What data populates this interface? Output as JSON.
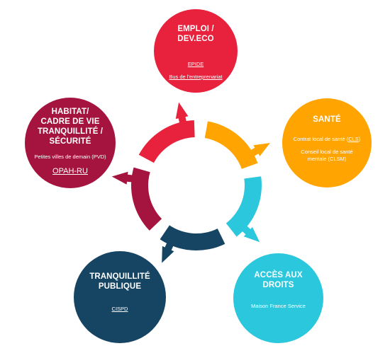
{
  "colors": {
    "emploi": "#e8213c",
    "sante": "#ffa400",
    "acces": "#2ac7dd",
    "tranquillite": "#164463",
    "habitat": "#a5143f"
  },
  "emploi": {
    "title_line1": "EMPLOI /",
    "title_line2": "DEV.ECO",
    "links": [
      "EPIDE",
      "Bus de l'entreprenariat"
    ]
  },
  "sante": {
    "title": "SANTÉ",
    "item1_prefix": "Contrat local de santé (",
    "item1_link": "CLS",
    "item1_suffix": ")",
    "item2_line1": "Conseil local de santé",
    "item2_line2": "mentale (CLSM)"
  },
  "acces": {
    "title_line1": "ACCÈS AUX",
    "title_line2": "DROITS",
    "item": "Maison France Service"
  },
  "tranquillite": {
    "title_line1": "TRANQUILLITÉ",
    "title_line2": "PUBLIQUE",
    "link": "CISPD"
  },
  "habitat": {
    "title_line1": "HABITAT/",
    "title_line2": "CADRE DE VIE",
    "title_line3": "TRANQUILLITÉ /",
    "title_line4": "SÉCURITÉ",
    "item": "Petites villes de demain (PVD)",
    "link": "OPAH-RU"
  }
}
